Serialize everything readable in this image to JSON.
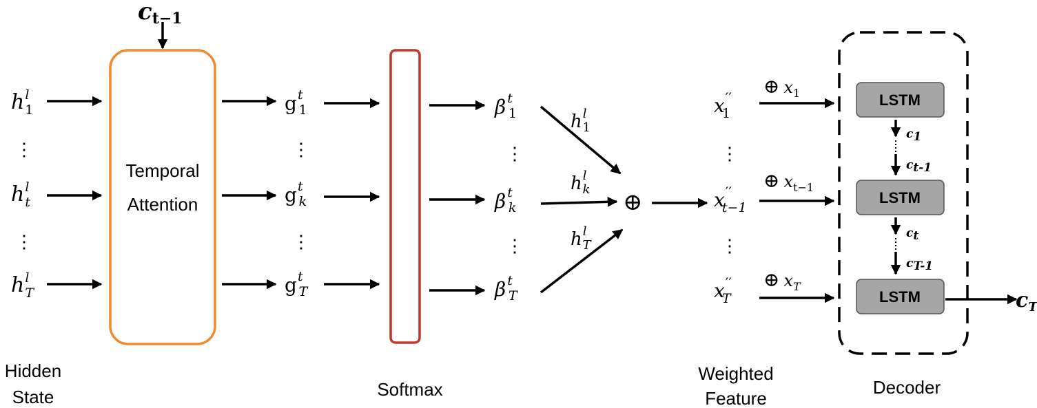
{
  "attention": {
    "context_prev": {
      "base": "c",
      "sub": "t−1"
    },
    "box_line1": "Temporal",
    "box_line2": "Attention",
    "color": "#ef8a33"
  },
  "softmax": {
    "color": "#c0392b"
  },
  "hidden_states": [
    {
      "base": "h",
      "sup": "l",
      "sub": "1"
    },
    {
      "base": "h",
      "sup": "l",
      "sub": "t"
    },
    {
      "base": "h",
      "sup": "l",
      "sub": "T"
    }
  ],
  "g_outputs": [
    {
      "base": "g",
      "sup": "t",
      "sub": "1"
    },
    {
      "base": "g",
      "sup": "t",
      "sub": "k"
    },
    {
      "base": "g",
      "sup": "t",
      "sub": "T"
    }
  ],
  "betas": [
    {
      "base": "β",
      "sup": "t",
      "sub": "1"
    },
    {
      "base": "β",
      "sup": "t",
      "sub": "k"
    },
    {
      "base": "β",
      "sup": "t",
      "sub": "T"
    }
  ],
  "weighted_h": [
    {
      "base": "h",
      "sup": "l",
      "sub": "1"
    },
    {
      "base": "h",
      "sup": "l",
      "sub": "k"
    },
    {
      "base": "h",
      "sup": "l",
      "sub": "T"
    }
  ],
  "oplus": "⊕",
  "x_features": [
    {
      "base": "x",
      "sup": "′′",
      "sub": "1"
    },
    {
      "base": "x",
      "sup": "′′",
      "sub": "t−1"
    },
    {
      "base": "x",
      "sup": "′′",
      "sub": "T"
    }
  ],
  "x_inputs": [
    {
      "base": "x",
      "sub": "1"
    },
    {
      "base": "x",
      "sub": "t−1"
    },
    {
      "base": "x",
      "sub": "T"
    }
  ],
  "decoder": {
    "lstm_label": "LSTM",
    "lstm_fill": "#a6a6a6",
    "contexts": [
      "c",
      "c",
      "c",
      "c"
    ],
    "context_subs": [
      "1",
      "t-1",
      "t",
      "T-1"
    ],
    "output": {
      "base": "c",
      "sub": "T"
    }
  },
  "vdots": "⋮",
  "bottom_labels": {
    "hidden_1": "Hidden",
    "hidden_2": "State",
    "softmax": "Softmax",
    "weighted_1": "Weighted",
    "weighted_2": "Feature",
    "decoder": "Decoder"
  }
}
